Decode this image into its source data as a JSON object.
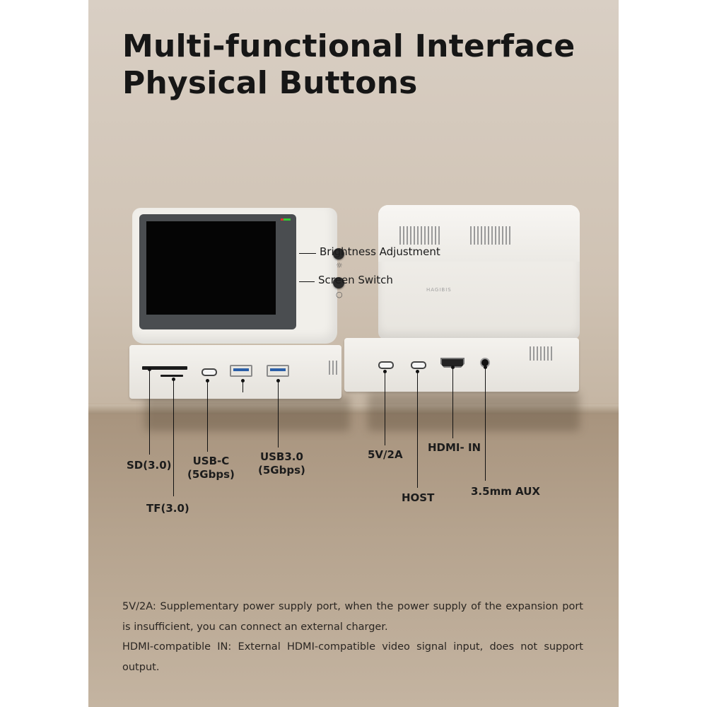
{
  "title": {
    "line1": "Multi-functional Interface",
    "line2": "Physical Buttons"
  },
  "buttons": {
    "brightness": "Brightness Adjustment",
    "screen_switch": "Screen Switch"
  },
  "device_brand": "HAGIBIS",
  "front_ports": {
    "sd": "SD(3.0)",
    "tf": "TF(3.0)",
    "usb_c_line1": "USB-C",
    "usb_c_line2": "(5Gbps)",
    "usb3_line1": "USB3.0",
    "usb3_line2": "(5Gbps)"
  },
  "rear_ports": {
    "power": "5V/2A",
    "host": "HOST",
    "hdmi_in": "HDMI- IN",
    "aux": "3.5mm AUX"
  },
  "description": {
    "para1": "5V/2A: Supplementary power supply port, when the power supply of the expansion port is insufficient, you can connect an external charger.",
    "para2": "HDMI-compatible IN: External HDMI-compatible video signal input, does not support output."
  }
}
